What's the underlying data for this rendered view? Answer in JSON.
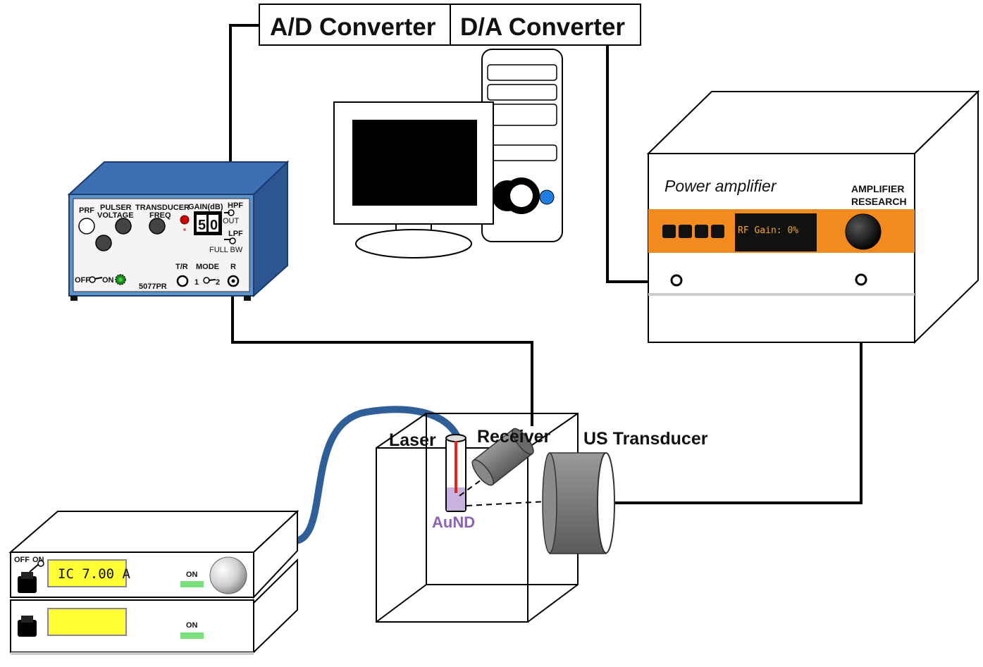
{
  "converters": {
    "ad_label": "A/D Converter",
    "da_label": "D/A Converter"
  },
  "pulser_receiver": {
    "prf": "PRF",
    "pulser_voltage_1": "PULSER",
    "pulser_voltage_2": "VOLTAGE",
    "transducer_freq_1": "TRANSDUCER",
    "transducer_freq_2": "FREQ",
    "gain": "GAIN(dB)",
    "gain_digit_1": "5",
    "gain_digit_2": "0",
    "hpf": "HPF",
    "out": "OUT",
    "lpf": "LPF",
    "full_bw": "FULL BW",
    "off": "OFF",
    "on": "ON",
    "model": "5077PR",
    "tr": "T/R",
    "mode": "MODE",
    "mode_1": "1",
    "mode_2": "2",
    "r": "R"
  },
  "power_amplifier": {
    "title": "Power amplifier",
    "brand_1": "AMPLIFIER",
    "brand_2": "RESEARCH",
    "display": "RF Gain: 0%"
  },
  "laser_driver": {
    "off": "OFF",
    "on": "ON",
    "display": "IC 7.00 A",
    "on_label_top": "ON",
    "on_label_bottom": "ON"
  },
  "setup": {
    "laser": "Laser",
    "receiver": "Receiver",
    "us_transducer": "US Transducer",
    "aund": "AuND"
  },
  "colors": {
    "pulser_blue": "#5b93cf",
    "amp_orange": "#f28a1e",
    "fiber_blue": "#2f5f98",
    "laser_red": "#e8221a",
    "aund_purple": "#8a63b3",
    "display_yellow": "#ffff33",
    "amp_display_text": "#f5a623"
  }
}
